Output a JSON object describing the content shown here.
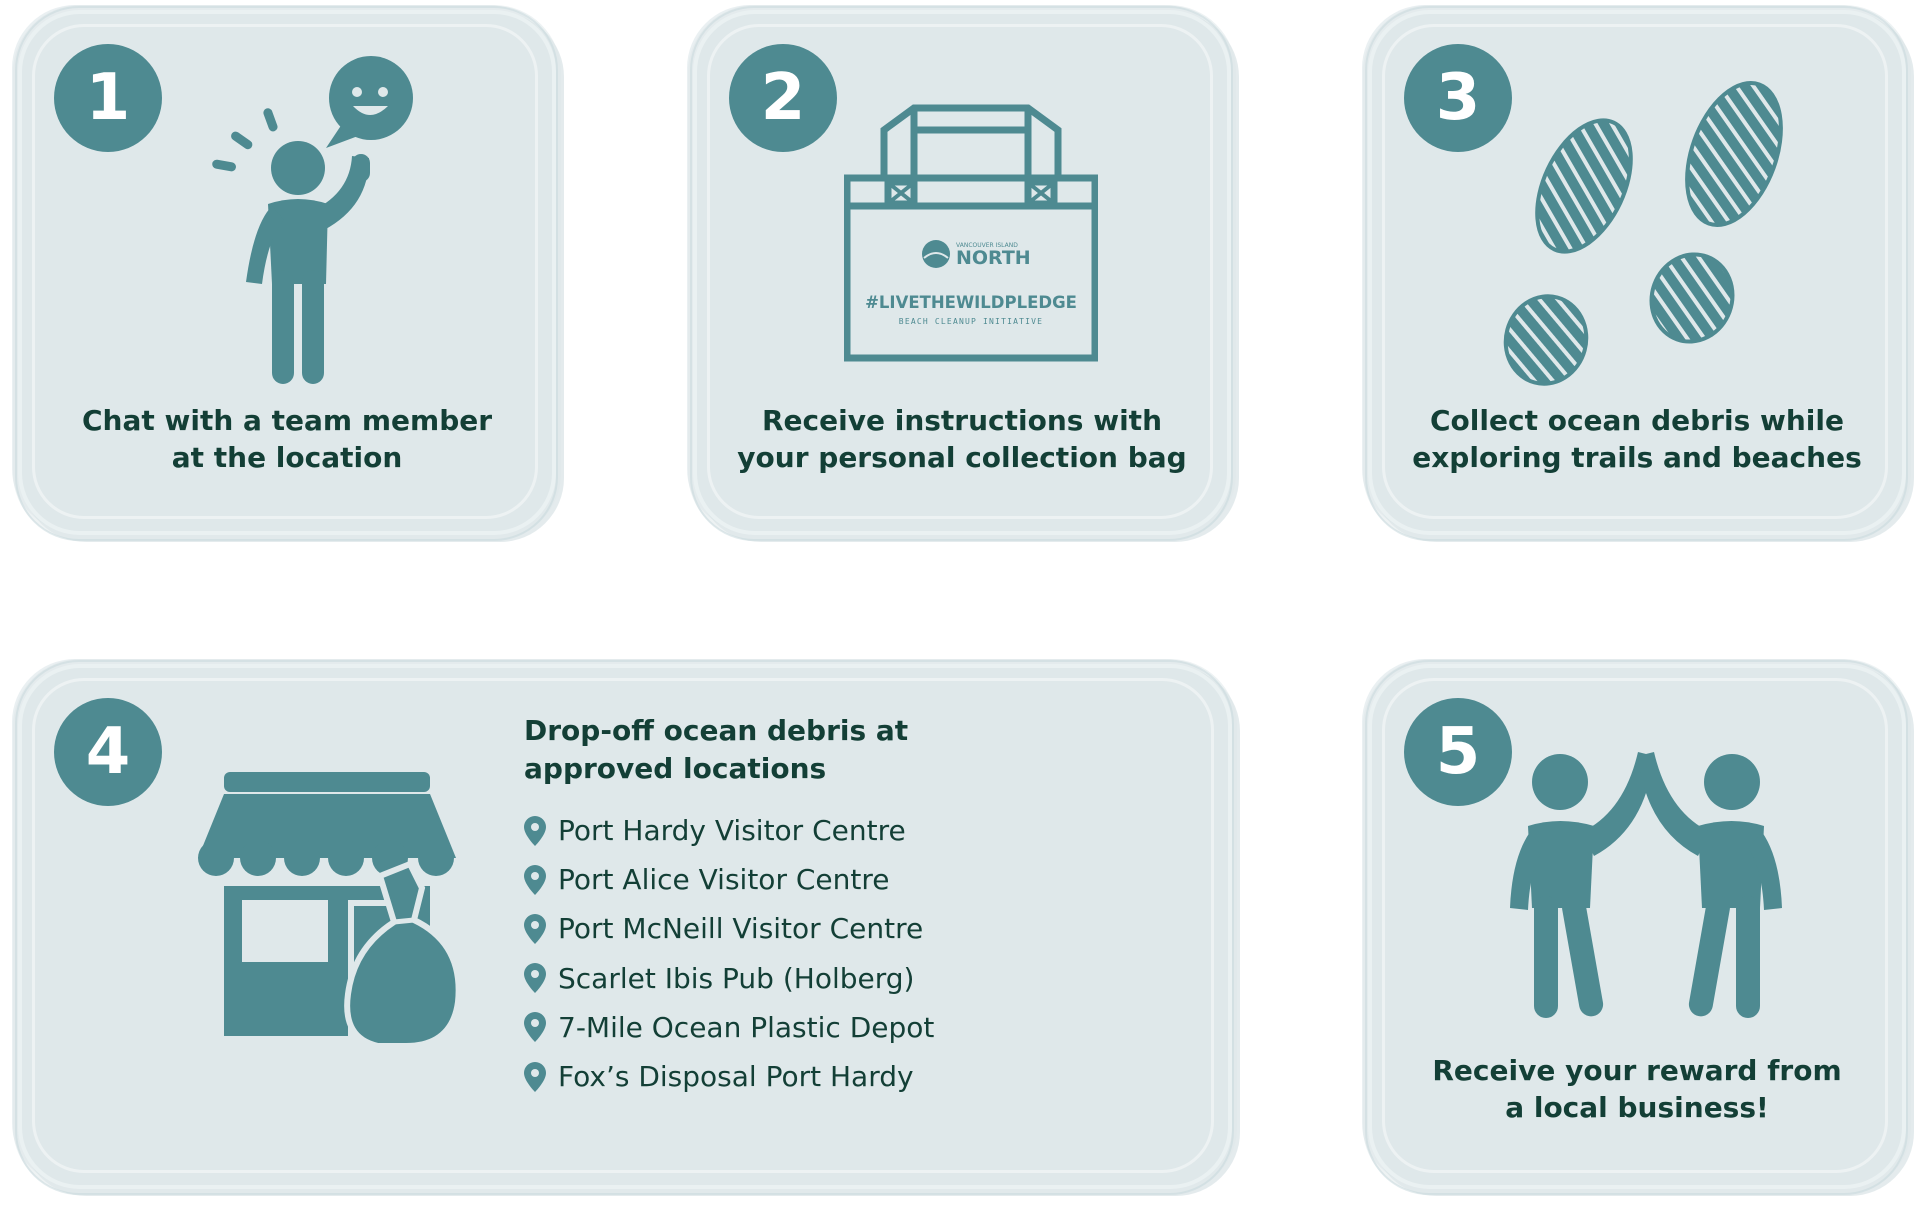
{
  "colors": {
    "card_background": "#dfe8ea",
    "accent_teal": "#4e8a91",
    "text_dark_green": "#133f36",
    "badge_number": "#ffffff"
  },
  "steps": [
    {
      "number": "1",
      "icon": "person-waving-chat-icon",
      "caption": "Chat with a team member\nat the location"
    },
    {
      "number": "2",
      "icon": "collection-bag-icon",
      "caption": "Receive instructions with\nyour personal collection bag",
      "bag_print": {
        "logo_small": "VANCOUVER ISLAND",
        "logo_big": "NORTH",
        "hashtag": "#LIVETHEWILDPLEDGE",
        "subtitle": "BEACH CLEANUP INITIATIVE"
      }
    },
    {
      "number": "3",
      "icon": "footprints-icon",
      "caption": "Collect ocean debris while\nexploring trails and beaches"
    },
    {
      "number": "4",
      "icon": "store-with-trash-bag-icon",
      "title": "Drop-off ocean debris at\napproved locations",
      "locations": [
        "Port Hardy Visitor Centre",
        "Port Alice Visitor Centre",
        "Port McNeill Visitor Centre",
        "Scarlet Ibis Pub (Holberg)",
        "7-Mile Ocean Plastic Depot",
        "Fox’s Disposal Port Hardy"
      ]
    },
    {
      "number": "5",
      "icon": "high-five-icon",
      "caption": "Receive your reward from\na local business!"
    }
  ]
}
